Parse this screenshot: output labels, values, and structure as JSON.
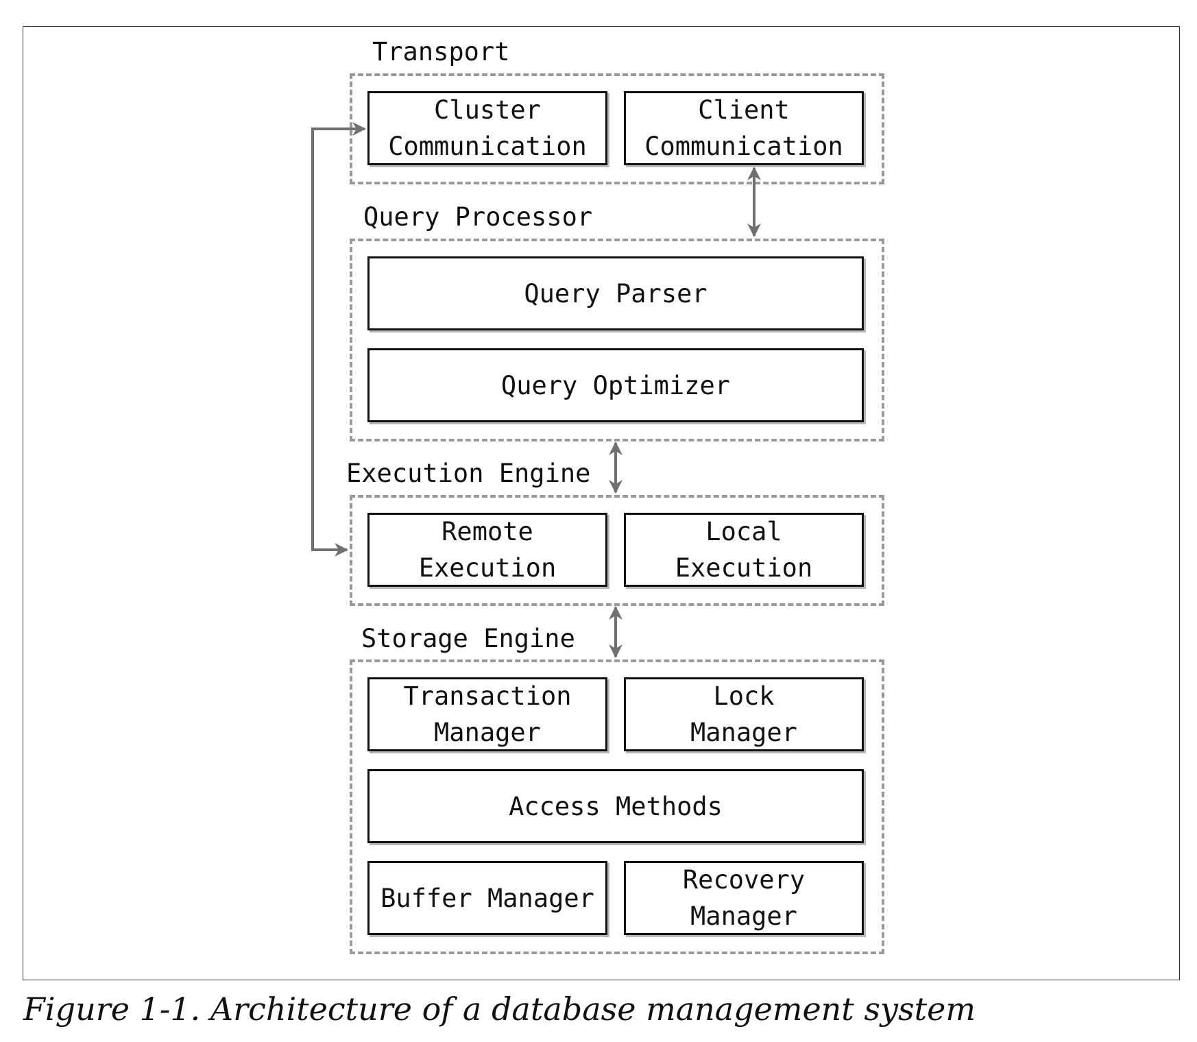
{
  "diagram": {
    "groups": {
      "transport": {
        "label": "Transport",
        "cluster_communication": [
          "Cluster",
          "Communication"
        ],
        "client_communication": [
          "Client",
          "Communication"
        ]
      },
      "query_processor": {
        "label": "Query Processor",
        "query_parser": "Query Parser",
        "query_optimizer": "Query Optimizer"
      },
      "execution_engine": {
        "label": "Execution Engine",
        "remote_execution": [
          "Remote",
          "Execution"
        ],
        "local_execution": [
          "Local",
          "Execution"
        ]
      },
      "storage_engine": {
        "label": "Storage Engine",
        "transaction_manager": [
          "Transaction",
          "Manager"
        ],
        "lock_manager": [
          "Lock",
          "Manager"
        ],
        "access_methods": "Access Methods",
        "buffer_manager": "Buffer Manager",
        "recovery_manager": [
          "Recovery",
          "Manager"
        ]
      }
    },
    "colors": {
      "box_border": "#111111",
      "group_border": "#9a9a9a",
      "arrow": "#707070"
    }
  },
  "caption": "Figure 1-1. Architecture of a database management system"
}
